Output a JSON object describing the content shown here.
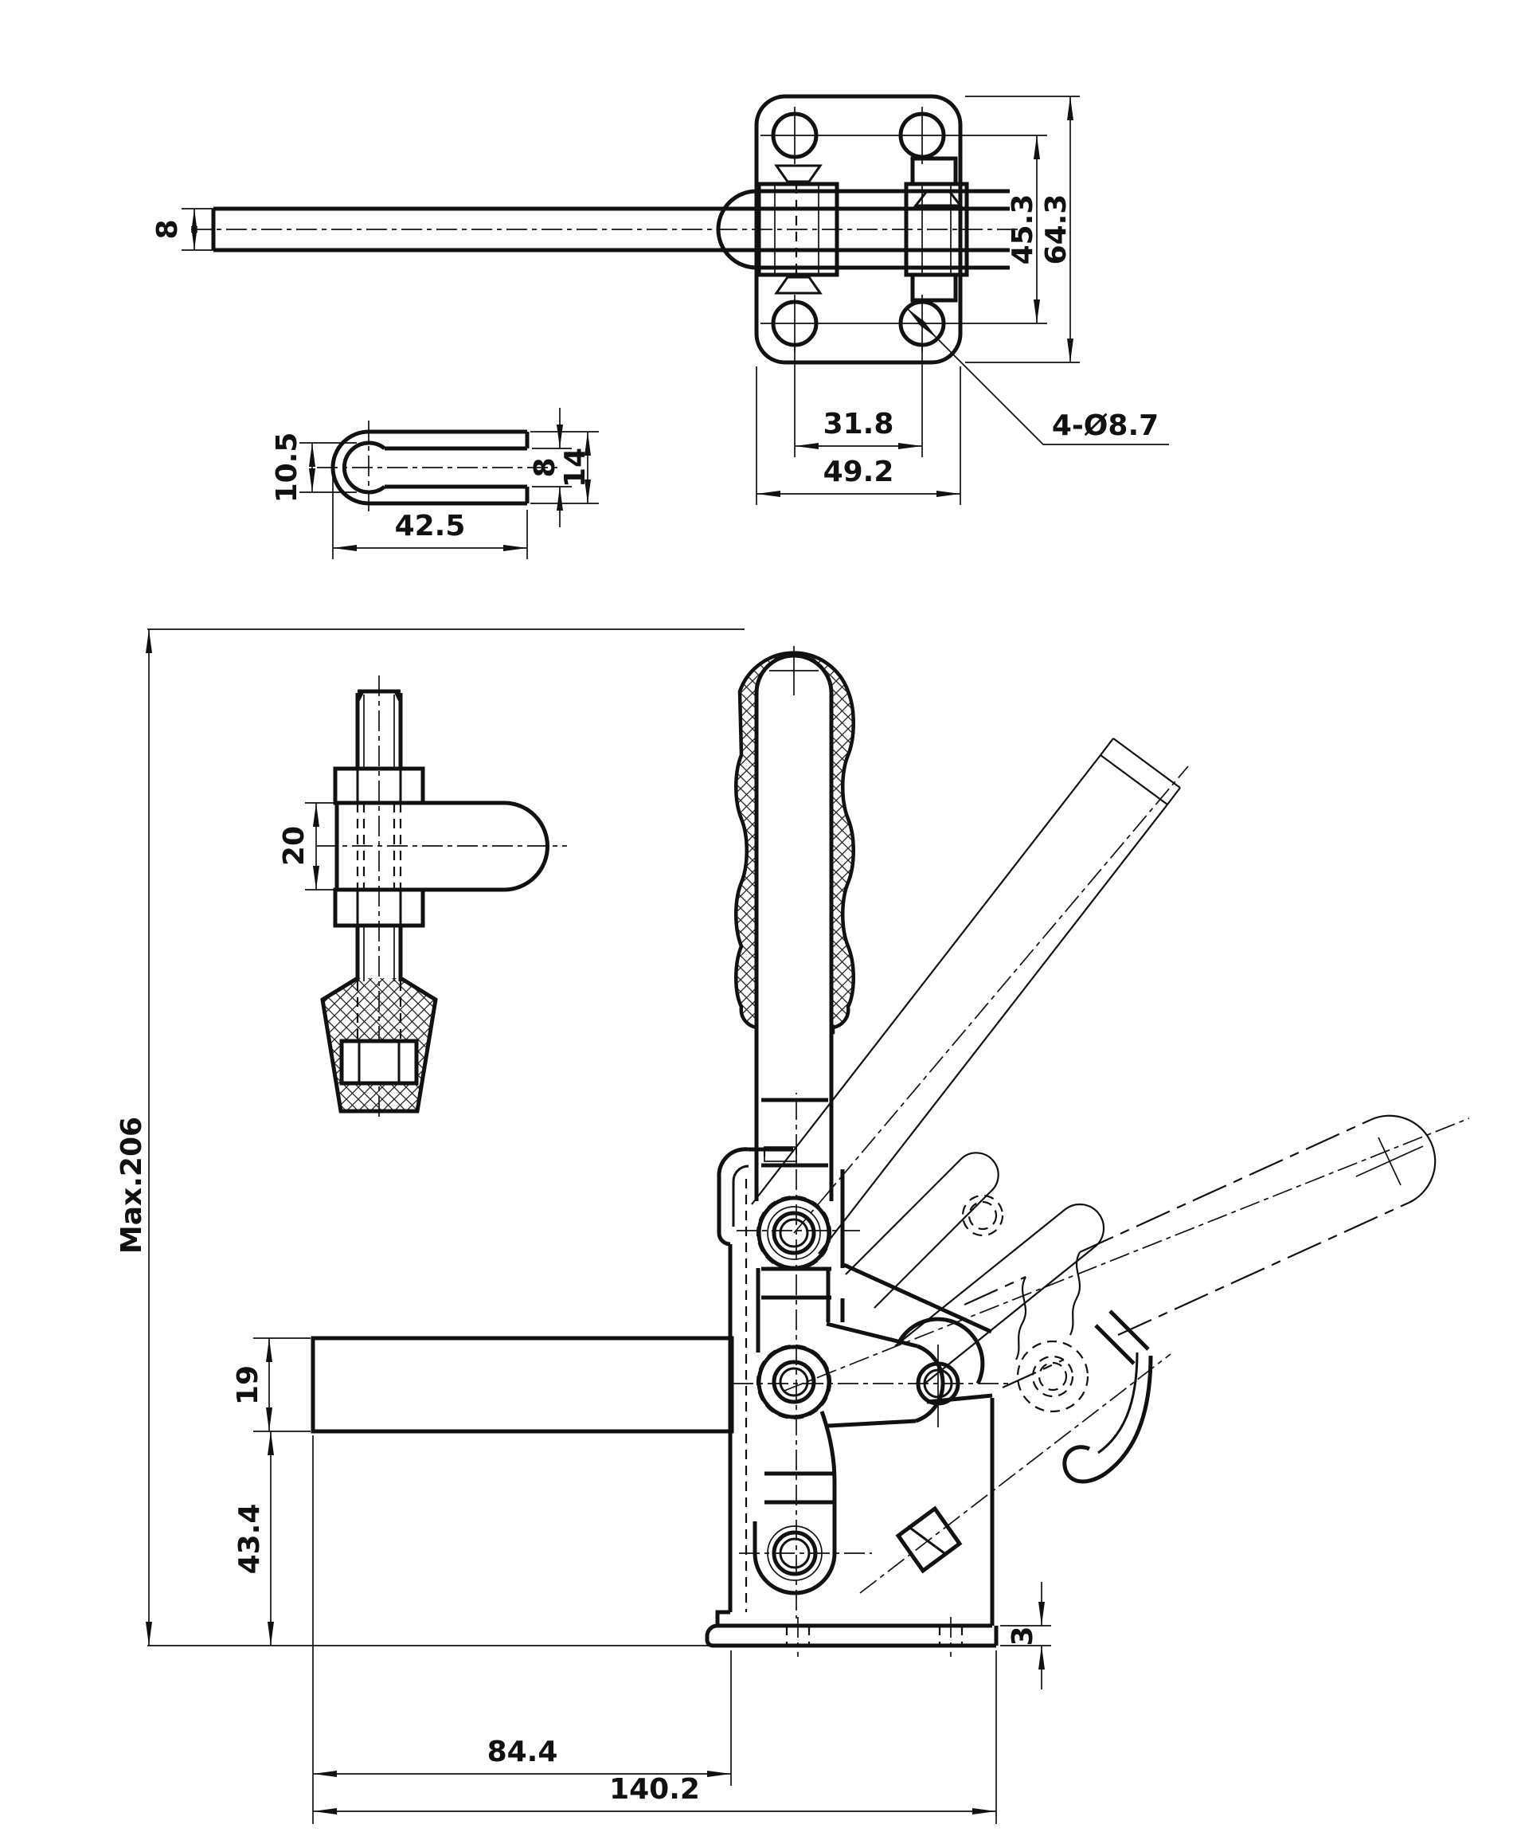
{
  "drawing": {
    "kind": "engineering-dimension-drawing",
    "component": "vertical toggle clamp with U-bar",
    "line_color": "#111111",
    "background": "#ffffff"
  },
  "dims": {
    "bar_width": "8",
    "hole_pitch_x": "31.8",
    "plate_width": "49.2",
    "hole_pitch_y": "45.3",
    "plate_height": "64.3",
    "holes_callout": "4-Ø8.7",
    "clevis_bore": "10.5",
    "clevis_slot": "8",
    "clevis_outer": "14",
    "clevis_length": "42.5",
    "spindle_arm_height": "20",
    "max_height": "Max.206",
    "bar_section_height": "19",
    "base_clearance": "43.4",
    "base_plate_thickness": "3",
    "bar_reach": "84.4",
    "overall_length": "140.2"
  }
}
